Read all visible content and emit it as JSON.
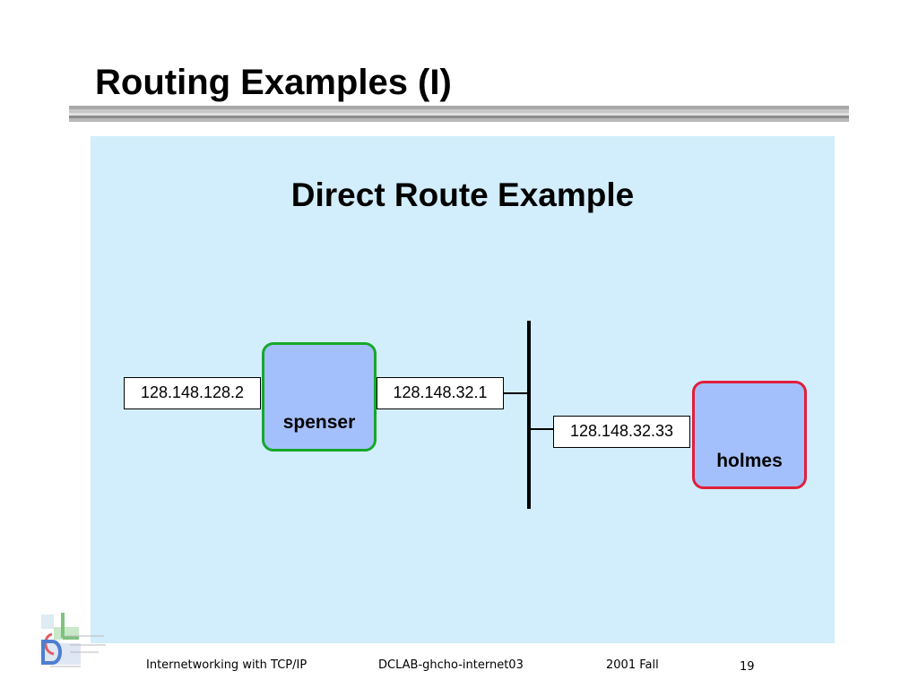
{
  "slide": {
    "title": "Routing Examples (I)"
  },
  "diagram": {
    "title": "Direct Route Example",
    "hosts": [
      {
        "name": "spenser",
        "border_color": "#16a82b",
        "fill_color": "#a4c0fc"
      },
      {
        "name": "holmes",
        "border_color": "#e01e3c",
        "fill_color": "#a4c0fc"
      }
    ],
    "addresses": [
      "128.148.128.2",
      "128.148.32.1",
      "128.148.32.33"
    ],
    "background_color": "#d2eefc"
  },
  "footer": {
    "course": "Internetworking with TCP/IP",
    "lab": "DCLAB-ghcho-internet03",
    "term": "2001 Fall",
    "page": "19"
  },
  "logo": {
    "icon": "dclab-logo-icon",
    "letters": "DCL"
  }
}
